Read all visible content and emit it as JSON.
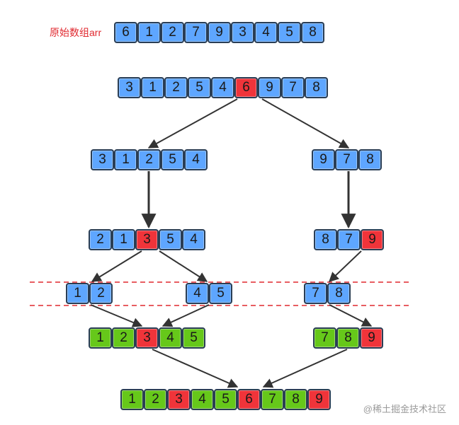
{
  "title_label": "原始数组arr",
  "watermark": "@稀土掘金技术社区",
  "colors": {
    "blue": "#5ea6ff",
    "red": "#f0343a",
    "green": "#66c81a",
    "border": "#2a3e55",
    "dash": "#e0282f",
    "arrow": "#333333"
  },
  "arrays": [
    {
      "id": "original",
      "items": [
        {
          "v": "6",
          "c": "blue"
        },
        {
          "v": "1",
          "c": "blue"
        },
        {
          "v": "2",
          "c": "blue"
        },
        {
          "v": "7",
          "c": "blue"
        },
        {
          "v": "9",
          "c": "blue"
        },
        {
          "v": "3",
          "c": "blue"
        },
        {
          "v": "4",
          "c": "blue"
        },
        {
          "v": "5",
          "c": "blue"
        },
        {
          "v": "8",
          "c": "blue"
        }
      ]
    },
    {
      "id": "level1",
      "items": [
        {
          "v": "3",
          "c": "blue"
        },
        {
          "v": "1",
          "c": "blue"
        },
        {
          "v": "2",
          "c": "blue"
        },
        {
          "v": "5",
          "c": "blue"
        },
        {
          "v": "4",
          "c": "blue"
        },
        {
          "v": "6",
          "c": "red"
        },
        {
          "v": "9",
          "c": "blue"
        },
        {
          "v": "7",
          "c": "blue"
        },
        {
          "v": "8",
          "c": "blue"
        }
      ]
    },
    {
      "id": "level2-left",
      "items": [
        {
          "v": "3",
          "c": "blue"
        },
        {
          "v": "1",
          "c": "blue"
        },
        {
          "v": "2",
          "c": "blue"
        },
        {
          "v": "5",
          "c": "blue"
        },
        {
          "v": "4",
          "c": "blue"
        }
      ]
    },
    {
      "id": "level2-right",
      "items": [
        {
          "v": "9",
          "c": "blue"
        },
        {
          "v": "7",
          "c": "blue"
        },
        {
          "v": "8",
          "c": "blue"
        }
      ]
    },
    {
      "id": "level3-left",
      "items": [
        {
          "v": "2",
          "c": "blue"
        },
        {
          "v": "1",
          "c": "blue"
        },
        {
          "v": "3",
          "c": "red"
        },
        {
          "v": "5",
          "c": "blue"
        },
        {
          "v": "4",
          "c": "blue"
        }
      ]
    },
    {
      "id": "level3-right",
      "items": [
        {
          "v": "8",
          "c": "blue"
        },
        {
          "v": "7",
          "c": "blue"
        },
        {
          "v": "9",
          "c": "red"
        }
      ]
    },
    {
      "id": "level4-a",
      "items": [
        {
          "v": "1",
          "c": "blue"
        },
        {
          "v": "2",
          "c": "blue"
        }
      ]
    },
    {
      "id": "level4-b",
      "items": [
        {
          "v": "4",
          "c": "blue"
        },
        {
          "v": "5",
          "c": "blue"
        }
      ]
    },
    {
      "id": "level4-c",
      "items": [
        {
          "v": "7",
          "c": "blue"
        },
        {
          "v": "8",
          "c": "blue"
        }
      ]
    },
    {
      "id": "merged-left",
      "items": [
        {
          "v": "1",
          "c": "green"
        },
        {
          "v": "2",
          "c": "green"
        },
        {
          "v": "3",
          "c": "red"
        },
        {
          "v": "4",
          "c": "green"
        },
        {
          "v": "5",
          "c": "green"
        }
      ]
    },
    {
      "id": "merged-right",
      "items": [
        {
          "v": "7",
          "c": "green"
        },
        {
          "v": "8",
          "c": "green"
        },
        {
          "v": "9",
          "c": "red"
        }
      ]
    },
    {
      "id": "final",
      "items": [
        {
          "v": "1",
          "c": "green"
        },
        {
          "v": "2",
          "c": "green"
        },
        {
          "v": "3",
          "c": "red"
        },
        {
          "v": "4",
          "c": "green"
        },
        {
          "v": "5",
          "c": "green"
        },
        {
          "v": "6",
          "c": "red"
        },
        {
          "v": "7",
          "c": "green"
        },
        {
          "v": "8",
          "c": "green"
        },
        {
          "v": "9",
          "c": "red"
        }
      ]
    }
  ]
}
